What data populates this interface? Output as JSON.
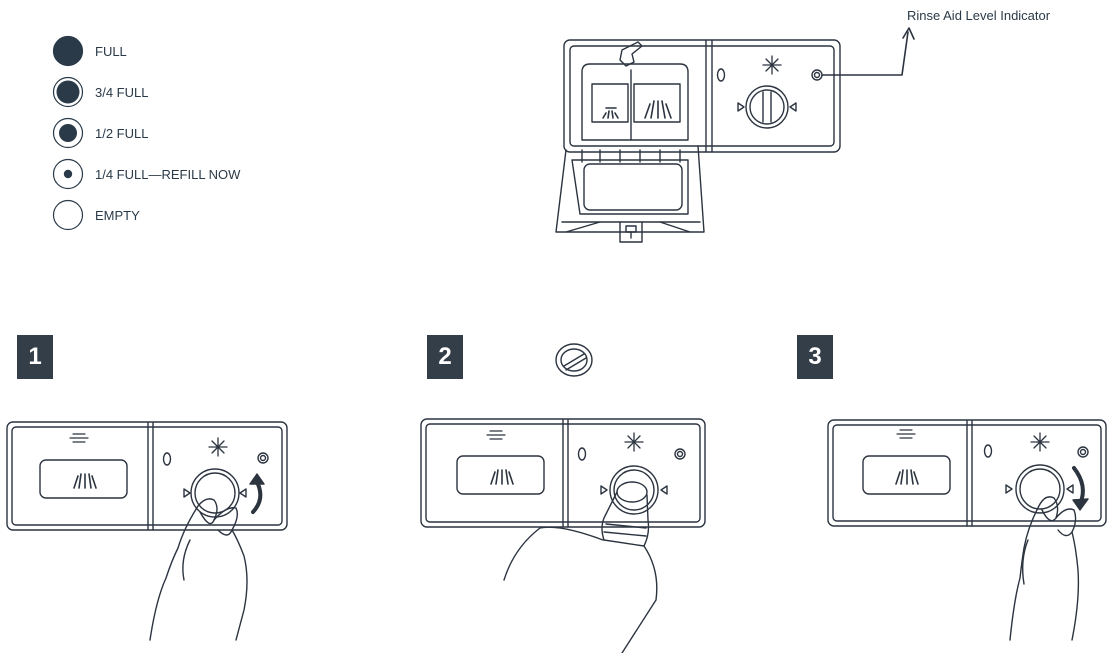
{
  "legend": {
    "items": [
      {
        "label": "FULL",
        "level": 1.0
      },
      {
        "label": "3/4 FULL",
        "level": 0.75
      },
      {
        "label": "1/2 FULL",
        "level": 0.5
      },
      {
        "label": "1/4 FULL—REFILL NOW",
        "level": 0.25
      },
      {
        "label": "EMPTY",
        "level": 0.0
      }
    ]
  },
  "callout": {
    "label": "Rinse Aid Level Indicator"
  },
  "steps": [
    {
      "number": "1"
    },
    {
      "number": "2"
    },
    {
      "number": "3"
    }
  ],
  "colors": {
    "ink": "#2a3a48",
    "badge": "#333e48",
    "line": "#2c3440"
  }
}
